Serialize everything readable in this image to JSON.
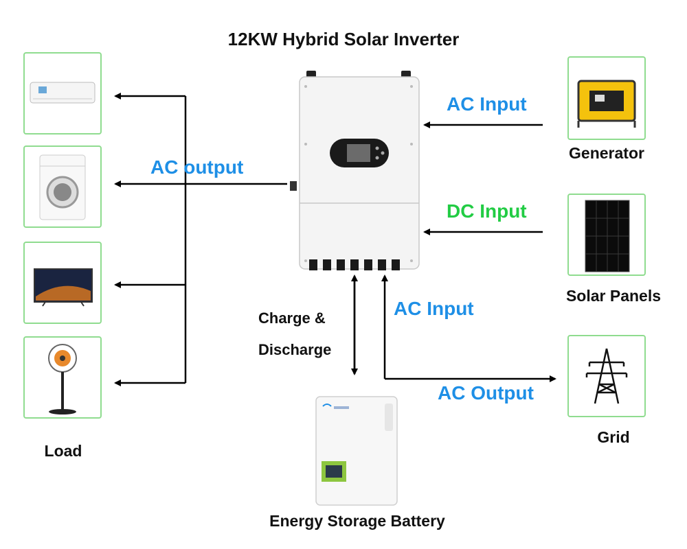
{
  "title": "12KW Hybrid Solar Inverter",
  "labels": {
    "ac_output_load": "AC output",
    "ac_input_generator": "AC Input",
    "dc_input_solar": "DC Input",
    "charge_line1": "Charge &",
    "charge_line2": "Discharge",
    "ac_input_grid": "AC Input",
    "ac_output_grid": "AC Output"
  },
  "devices": {
    "generator": "Generator",
    "solar_panels": "Solar Panels",
    "grid": "Grid",
    "load": "Load",
    "battery": "Energy Storage Battery"
  },
  "colors": {
    "blue": "#1e8fe6",
    "green": "#22cc44",
    "box_border": "#8fdc8f"
  },
  "icons": [
    "air-conditioner-icon",
    "washing-machine-icon",
    "television-icon",
    "fan-icon",
    "generator-icon",
    "solar-panel-icon",
    "transmission-tower-icon",
    "inverter-image",
    "battery-image"
  ]
}
